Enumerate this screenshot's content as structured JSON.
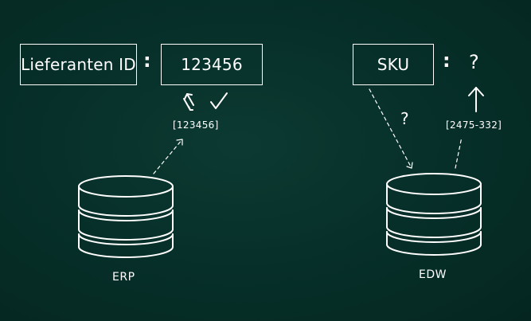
{
  "left": {
    "field_label": "Lieferanten ID",
    "separator": ":",
    "field_value": "123456",
    "lookup_value": "[123456]",
    "system_label": "ERP"
  },
  "right": {
    "field_label": "SKU",
    "separator": ":",
    "field_value": "?",
    "lookup_question": "?",
    "lookup_value": "[2475-332]",
    "system_label": "EDW"
  },
  "colors": {
    "background": "#07302a",
    "stroke": "#ffffff"
  },
  "icons": [
    "swap-arrows-icon",
    "checkmark-icon",
    "database-icon",
    "up-arrow-icon"
  ]
}
